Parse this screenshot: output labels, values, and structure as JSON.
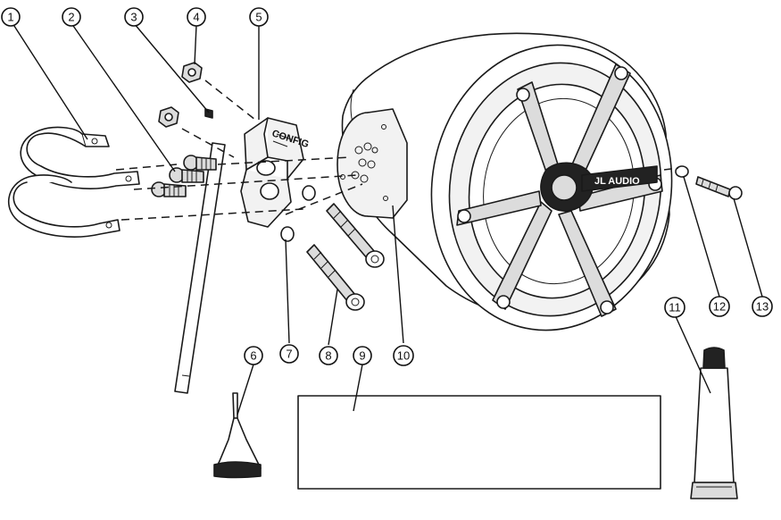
{
  "diagram": {
    "callouts": [
      {
        "id": "1",
        "label": "1"
      },
      {
        "id": "2",
        "label": "2"
      },
      {
        "id": "3",
        "label": "3"
      },
      {
        "id": "4",
        "label": "4"
      },
      {
        "id": "5",
        "label": "5"
      },
      {
        "id": "6",
        "label": "6"
      },
      {
        "id": "7",
        "label": "7"
      },
      {
        "id": "8",
        "label": "8"
      },
      {
        "id": "9",
        "label": "9"
      },
      {
        "id": "10",
        "label": "10"
      },
      {
        "id": "11",
        "label": "11"
      },
      {
        "id": "12",
        "label": "12"
      },
      {
        "id": "13",
        "label": "13"
      }
    ],
    "speaker_logo": "JL AUDIO"
  }
}
